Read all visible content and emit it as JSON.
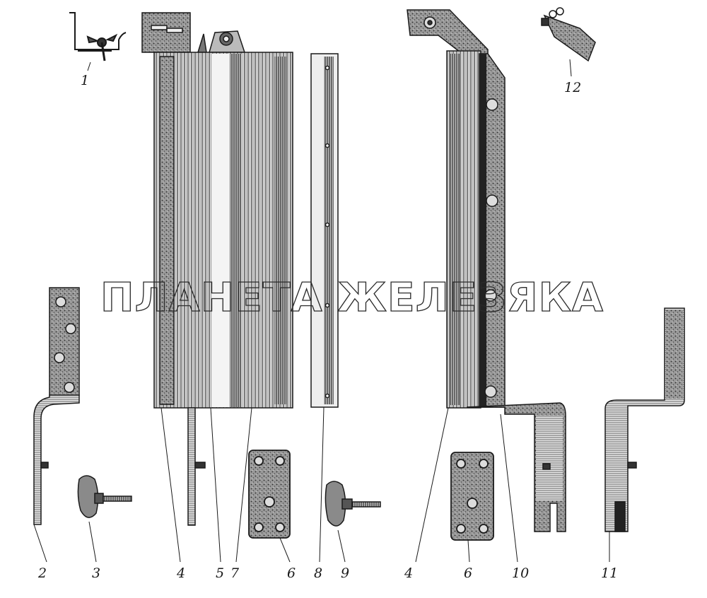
{
  "watermark": "ПЛАНЕТА ЖЕЛЕЗЯКА",
  "callouts": {
    "c1": "1",
    "c2": "2",
    "c3": "3",
    "c4a": "4",
    "c5": "5",
    "c7": "7",
    "c6a": "6",
    "c8": "8",
    "c9": "9",
    "c4b": "4",
    "c6b": "6",
    "c10": "10",
    "c11": "11",
    "c12": "12"
  }
}
